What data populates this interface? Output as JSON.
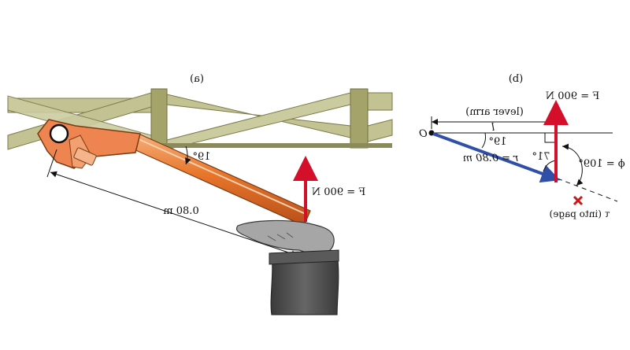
{
  "panel_a": {
    "label": "(a)",
    "length_label": "0.80 m",
    "angle_label": "19°",
    "force_label": "F = 900 N"
  },
  "panel_b": {
    "label": "(b)",
    "origin_label": "O",
    "lever_arm_label": "(lever arm)",
    "lever_symbol": "l",
    "r_label": "r = 0.80 m",
    "angle_19_label": "19°",
    "angle_71_label": "71°",
    "phi_label": "ϕ = 109°",
    "force_label": "F = 900 N",
    "torque_label": "τ (into page)"
  },
  "colors": {
    "force_arrow": "#d40f2a",
    "position_vector": "#2f4fa8",
    "fence": "#c2c292",
    "fence_post": "#a4a46a",
    "pipe": "#e7752a",
    "wrench": "#ee8550",
    "hand": "#a6a6a6",
    "sleeve": "#4f4f4f",
    "torque_marker": "#c81818"
  }
}
